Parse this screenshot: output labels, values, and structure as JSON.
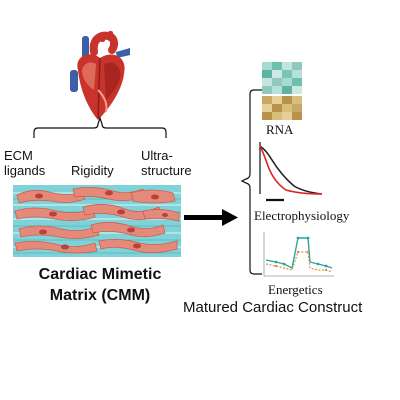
{
  "labels": {
    "ecm": [
      "ECM",
      "ligands"
    ],
    "rigidity": "Rigidity",
    "ultrastructure": [
      "Ultra-",
      "structure"
    ],
    "cmm": [
      "Cardiac Mimetic",
      "Matrix (CMM)"
    ],
    "rna": "RNA",
    "electrophysiology": "Electrophysiology",
    "energetics": "Energetics",
    "matured": "Matured Cardiac Construct"
  },
  "icons": {
    "heart": "heart-illustration",
    "matrix": "cell-matrix-illustration",
    "heatmap": "heatmap-icon",
    "ap": "action-potential-icon",
    "energy": "energetics-trace-icon"
  },
  "colors": {
    "heart_red": "#c8342b",
    "heart_blue": "#3e5ea8",
    "matrix_cyan": "#7fd3d8",
    "cell_salmon": "#e58a7a",
    "heat_teal": "#8fc9bd",
    "heat_tan": "#c9a865",
    "trace_red": "#e02020",
    "trace_teal": "#2aa6a0",
    "trace_orange": "#e09040"
  }
}
